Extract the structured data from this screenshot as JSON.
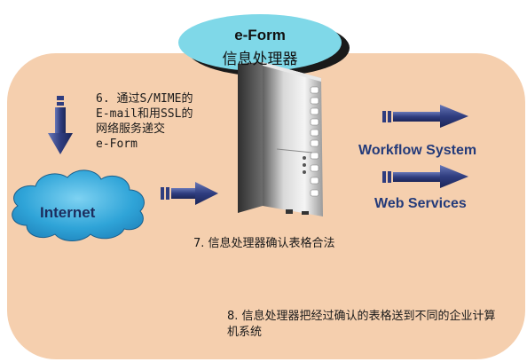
{
  "badge": {
    "title": "e-Form",
    "subtitle": "信息处理器"
  },
  "steps": {
    "step6": "6. 通过S/MIME的\nE-mail和用SSL的\n网络服务递交\ne-Form",
    "step7": "7. 信息处理器确认表格合法",
    "step8": "8. 信息处理器把经过确认的表格送到不同的企业计算机系统"
  },
  "labels": {
    "internet": "Internet",
    "workflow": "Workflow System",
    "webservices": "Web Services"
  },
  "colors": {
    "background_panel": "#f5cfae",
    "badge_fill": "#7fd8e8",
    "arrow_fill": "#2f3d7f",
    "cloud_fill": "#2fa4d8",
    "label_blue": "#243b7a"
  }
}
